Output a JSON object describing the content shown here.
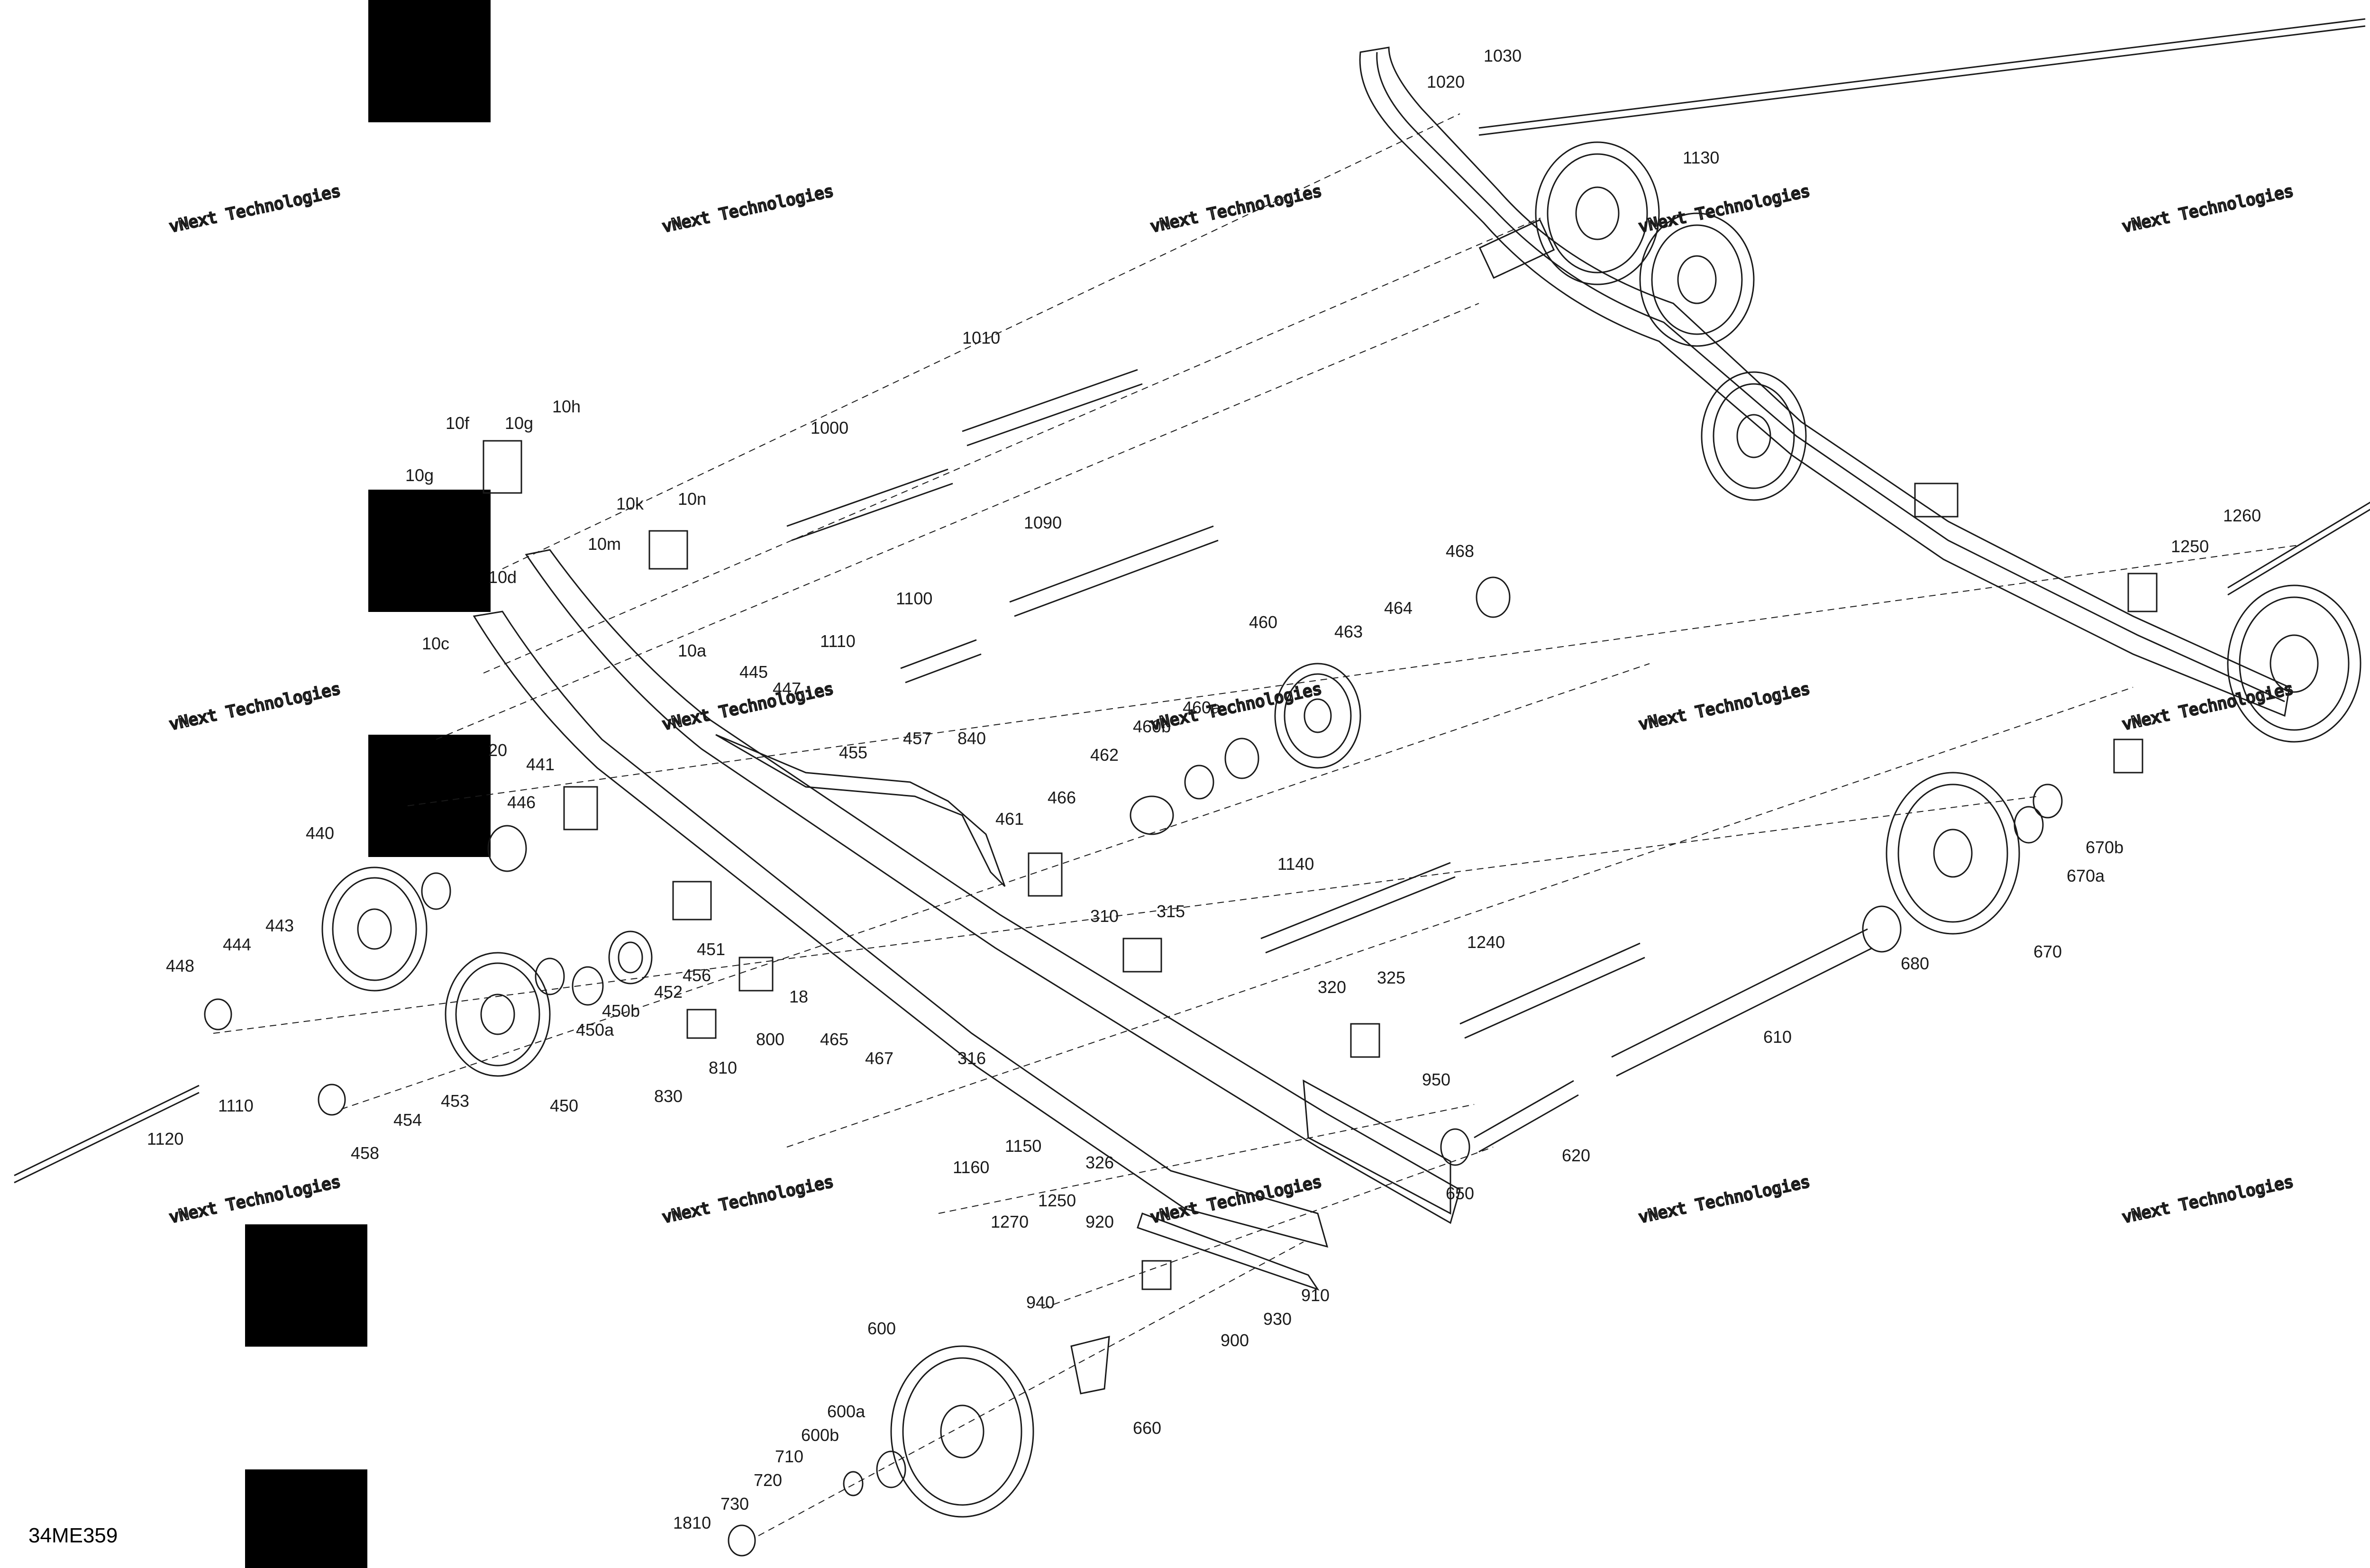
{
  "diagram": {
    "reference_code": "34ME359",
    "watermark_text": "vNext Technologies",
    "colors": {
      "line": "#1a1a1a",
      "part_fill": "#f2f2f2",
      "block": "#000000",
      "watermark": "#d9d9d9"
    },
    "part_labels": [
      "1030",
      "1020",
      "1130",
      "1010",
      "1000",
      "1090",
      "1100",
      "1110",
      "10f",
      "10g",
      "10h",
      "10g",
      "10k",
      "10n",
      "10m",
      "10d",
      "10a",
      "10c",
      "445",
      "447",
      "20",
      "441",
      "446",
      "440",
      "443",
      "444",
      "448",
      "450",
      "450a",
      "450b",
      "452",
      "451",
      "456",
      "453",
      "454",
      "458",
      "1110",
      "1120",
      "455",
      "457",
      "840",
      "461",
      "466",
      "462",
      "460b",
      "460a",
      "460",
      "463",
      "464",
      "468",
      "310",
      "315",
      "18",
      "800",
      "810",
      "830",
      "465",
      "467",
      "1140",
      "1240",
      "610",
      "620",
      "650",
      "316",
      "1160",
      "1150",
      "326",
      "1250",
      "1270",
      "920",
      "940",
      "900",
      "930",
      "910",
      "950",
      "320",
      "325",
      "680",
      "670",
      "670a",
      "670b",
      "1260",
      "1250",
      "600",
      "600a",
      "600b",
      "710",
      "720",
      "730",
      "1810",
      "660"
    ]
  }
}
